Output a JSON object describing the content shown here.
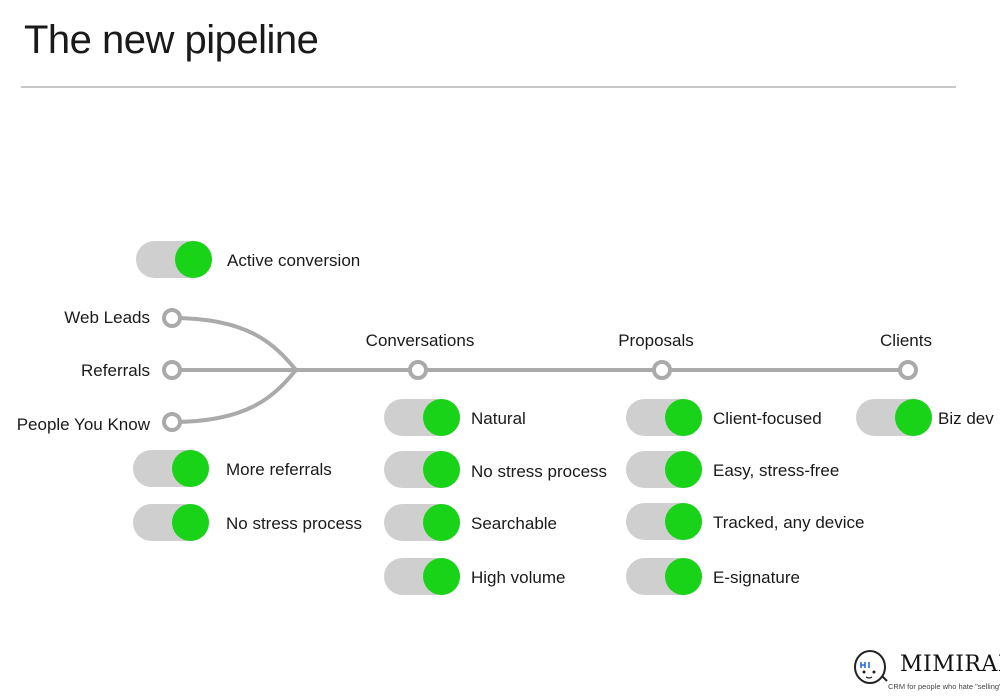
{
  "title": "The new pipeline",
  "legend": {
    "label": "Active conversion"
  },
  "sources": [
    "Web Leads",
    "Referrals",
    "People You Know"
  ],
  "stages": [
    "Conversations",
    "Proposals",
    "Clients"
  ],
  "source_benefits": [
    "More referrals",
    "No stress process"
  ],
  "conversations_benefits": [
    "Natural",
    "No stress process",
    "Searchable",
    "High volume"
  ],
  "proposals_benefits": [
    "Client-focused",
    "Easy, stress-free",
    "Tracked, any device",
    "E-signature"
  ],
  "clients_benefits": [
    "Biz dev"
  ],
  "logo": {
    "brand": "MIMIRAN",
    "tagline": "CRM for people who hate \"selling\""
  },
  "colors": {
    "toggle_on": "#18d318",
    "toggle_track": "#cfcfcf",
    "line": "#aaaaaa"
  }
}
